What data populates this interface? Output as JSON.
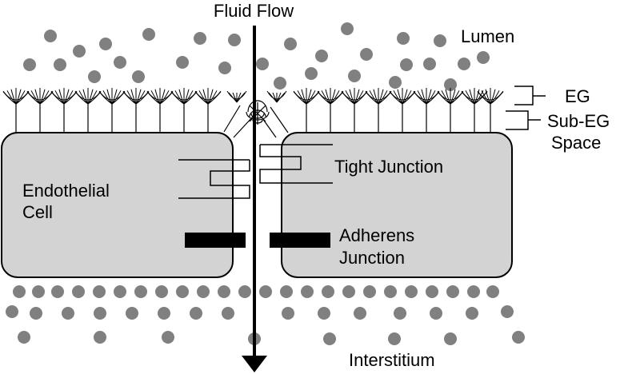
{
  "labels": {
    "fluid_flow": "Fluid Flow",
    "lumen": "Lumen",
    "eg": "EG",
    "sub_eg_line1": "Sub-EG",
    "sub_eg_line2": "Space",
    "tight_junction": "Tight Junction",
    "endothelial_line1": "Endothelial",
    "endothelial_line2": "Cell",
    "adherens_line1": "Adherens",
    "adherens_line2": "Junction",
    "interstitium": "Interstitium"
  },
  "colors": {
    "particle": "#808080",
    "cell_fill": "#d3d3d3",
    "stroke": "#000000",
    "background": "#ffffff"
  }
}
